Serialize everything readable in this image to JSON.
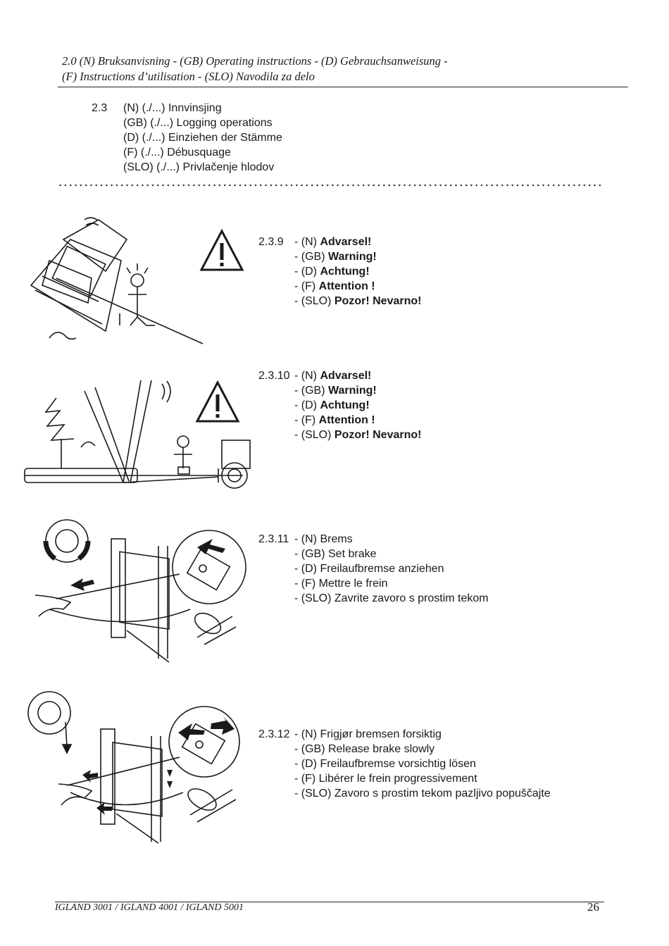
{
  "header": {
    "line1": "2.0 (N) Bruksanvisning  - (GB) Operating instructions - (D) Gebrauchsanweisung  -",
    "line2": "(F) Instructions d’utilisation  - (SLO) Navodila za delo"
  },
  "section": {
    "number": "2.3",
    "lines": [
      "(N) (./...) Innvinsjing",
      "(GB) (./...) Logging operations",
      "(D) (./...) Einziehen der Stämme",
      "(F) (./...) Débusquage",
      "(SLO) (./...) Privlačenje hlodov"
    ]
  },
  "items": [
    {
      "number": "2.3.9",
      "lines": [
        {
          "prefix": "- (N) ",
          "text": "Advarsel!"
        },
        {
          "prefix": "- (GB) ",
          "text": "Warning!"
        },
        {
          "prefix": "- (D) ",
          "text": "Achtung!"
        },
        {
          "prefix": "- (F) ",
          "text": "Attention !"
        },
        {
          "prefix": "- (SLO) ",
          "text": "Pozor! Nevarno!"
        }
      ]
    },
    {
      "number": "2.3.10",
      "lines": [
        {
          "prefix": "- (N) ",
          "text": "Advarsel!"
        },
        {
          "prefix": "- (GB) ",
          "text": "Warning!"
        },
        {
          "prefix": "- (D) ",
          "text": "Achtung!"
        },
        {
          "prefix": "- (F) ",
          "text": "Attention !"
        },
        {
          "prefix": "- (SLO) ",
          "text": "Pozor! Nevarno!"
        }
      ]
    },
    {
      "number": "2.3.11",
      "lines": [
        {
          "prefix": "- (N) ",
          "text": "Brems"
        },
        {
          "prefix": "- (GB) ",
          "text": "Set brake"
        },
        {
          "prefix": "- (D) ",
          "text": "Freilaufbremse anziehen"
        },
        {
          "prefix": "- (F) ",
          "text": "Mettre le frein"
        },
        {
          "prefix": "- (SLO) ",
          "text": "Zavrite zavoro s prostim tekom"
        }
      ]
    },
    {
      "number": "2.3.12",
      "lines": [
        {
          "prefix": "- (N) ",
          "text": "Frigjør bremsen forsiktig"
        },
        {
          "prefix": "- (GB) ",
          "text": "Release brake slowly"
        },
        {
          "prefix": "- (D) ",
          "text": "Freilaufbremse vorsichtig lösen"
        },
        {
          "prefix": "- (F) ",
          "text": "Libérer le frein progressivement"
        },
        {
          "prefix": "- (SLO) ",
          "text": "Zavoro s prostim tekom pazljivo popuščajte"
        }
      ]
    }
  ],
  "footer": {
    "models": "IGLAND 3001 / IGLAND 4001 / IGLAND 5001",
    "page": "26"
  },
  "icons": {
    "warning": "warning-triangle-icon",
    "brake_knob": "brake-knob-icon",
    "arrow": "rotation-arrow-icon"
  },
  "colors": {
    "ink": "#1a1a1a",
    "paper": "#ffffff"
  }
}
